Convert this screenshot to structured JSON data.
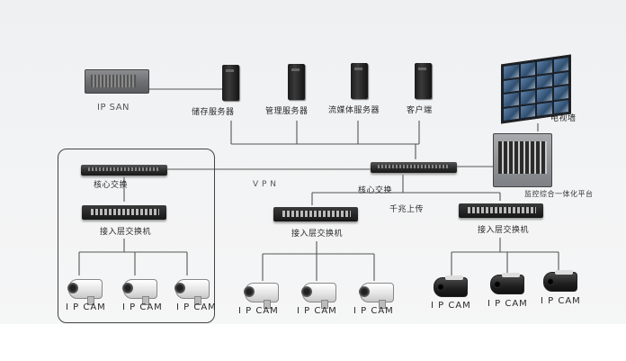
{
  "top": {
    "san_label": "IP SAN",
    "servers": [
      {
        "label": "储存服务器"
      },
      {
        "label": "管理服务器"
      },
      {
        "label": "流媒体服务器"
      },
      {
        "label": "客户端"
      }
    ],
    "video_wall_label": "电视墙",
    "platform_label": "监控综合一体化平台"
  },
  "middle": {
    "left_core_label": "核心交换",
    "vpn_label": "V P N",
    "center_core_label": "核心交换",
    "uplink_label": "千兆上传"
  },
  "access": {
    "left_label": "接入层交换机",
    "center_label": "接入层交换机",
    "right_label": "接入层交换机"
  },
  "cameras": {
    "label": "I P CAM",
    "left": [
      "I P CAM",
      "I P CAM",
      "I P CAM"
    ],
    "center": [
      "I P CAM",
      "I P CAM",
      "I P CAM"
    ],
    "right": [
      "I P CAM",
      "I P CAM",
      "I P CAM"
    ]
  }
}
